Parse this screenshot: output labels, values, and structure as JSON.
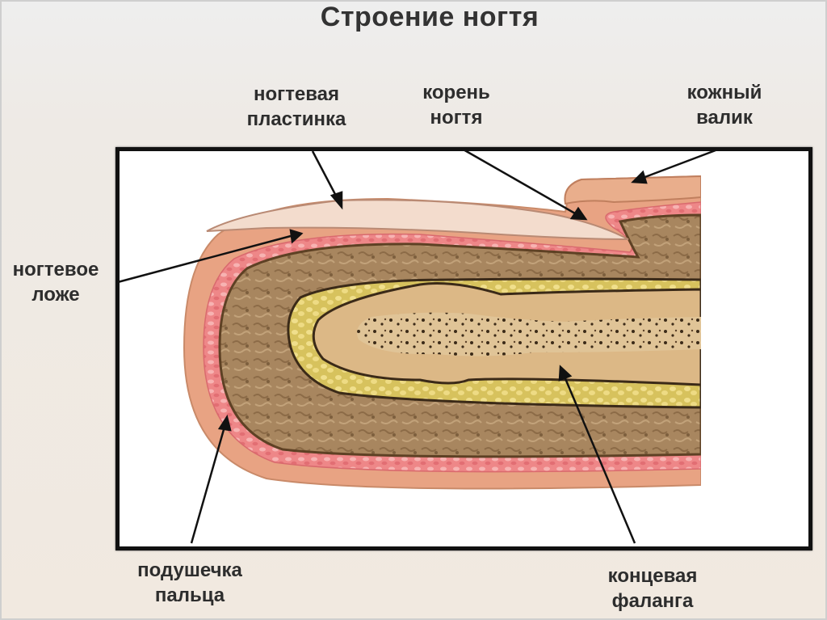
{
  "title": "Строение ногтя",
  "labels": {
    "nail_plate": [
      "ногтевая",
      "пластинка"
    ],
    "nail_root": [
      "корень",
      "ногтя"
    ],
    "skin_fold": [
      "кожный",
      "валик"
    ],
    "nail_bed": [
      "ногтевое",
      "ложе"
    ],
    "finger_pad": [
      "подушечка",
      "пальца"
    ],
    "distal_phalanx": [
      "концевая",
      "фаланга"
    ]
  },
  "colors": {
    "skin": "#e7a27f",
    "dermis": "#ef8c8a",
    "tissue": "#a5825e",
    "fat": "#e6d37a",
    "bone": "#d9b383",
    "marrow_dots": "#3b2a18",
    "nail": "#f2d8c6"
  }
}
